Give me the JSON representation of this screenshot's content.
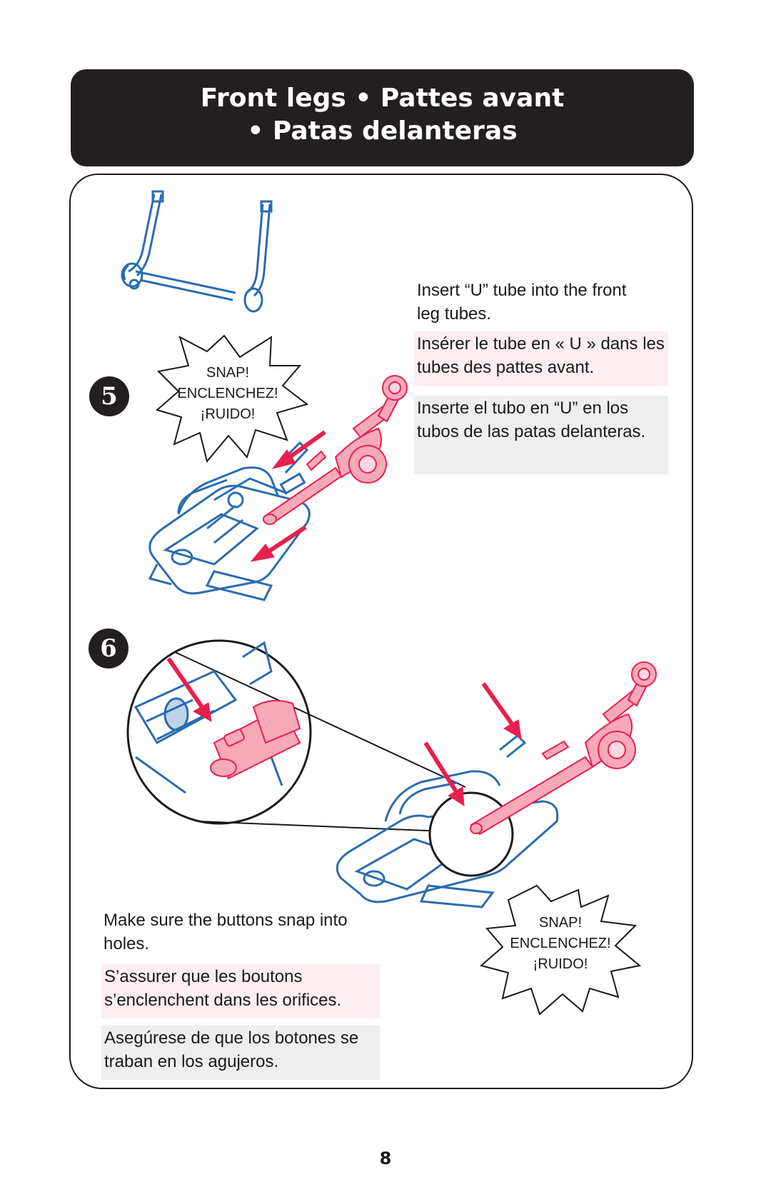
{
  "header": {
    "line1": "Front legs • Pattes avant",
    "line2": "• Patas delanteras"
  },
  "step5": {
    "number": "5",
    "burst": [
      "SNAP!",
      "ENCLENCHEZ!",
      "¡RUIDO!"
    ],
    "en": "Insert “U” tube into the front leg tubes.",
    "fr": "Insérer le tube en « U » dans les tubes des pattes avant.",
    "es": "Inserte el tubo en “U” en los tubos de las patas delanteras."
  },
  "step6": {
    "number": "6",
    "burst": [
      "SNAP!",
      "ENCLENCHEZ!",
      "¡RUIDO!"
    ],
    "en": "Make sure the buttons snap into holes.",
    "fr": "S’assurer que les boutons s’enclenchent dans les orifices.",
    "es": "Asegúrese de que los botones se traban en los agujeros."
  },
  "page_number": "8",
  "colors": {
    "header_bg": "#231f20",
    "blue_line": "#2b6cb0",
    "pink_part": "#f7a9b8",
    "arrow": "#e8204e",
    "fr_bg": "#fdeef2",
    "es_bg": "#eeeeee"
  }
}
